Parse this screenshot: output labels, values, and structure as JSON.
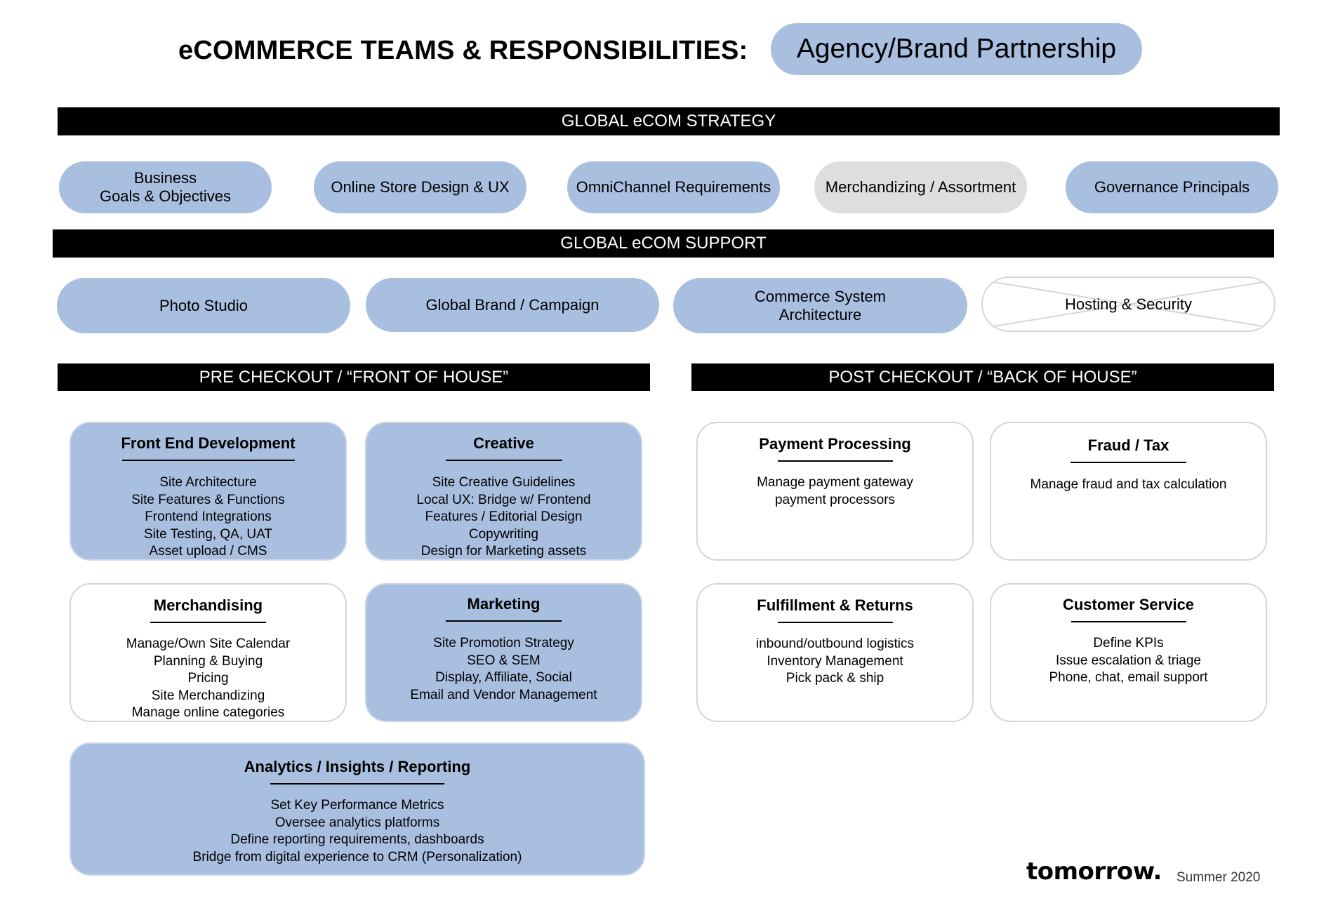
{
  "header": {
    "title": "eCOMMERCE TEAMS & RESPONSIBILITIES:",
    "pill": "Agency/Brand Partnership"
  },
  "strategy": {
    "bar": "GLOBAL eCOM STRATEGY",
    "items": [
      {
        "label": "Business\nGoals & Objectives",
        "style": "blue"
      },
      {
        "label": "Online Store Design & UX",
        "style": "blue"
      },
      {
        "label": "OmniChannel Requirements",
        "style": "blue"
      },
      {
        "label": "Merchandizing / Assortment",
        "style": "grey"
      },
      {
        "label": "Governance Principals",
        "style": "blue"
      }
    ]
  },
  "support": {
    "bar": "GLOBAL eCOM SUPPORT",
    "items": [
      {
        "label": "Photo Studio",
        "style": "blue"
      },
      {
        "label": "Global Brand / Campaign",
        "style": "blue"
      },
      {
        "label": "Commerce System\nArchitecture",
        "style": "blue"
      },
      {
        "label": "Hosting & Security",
        "style": "crossed-out"
      }
    ]
  },
  "pre_checkout": {
    "bar": "PRE CHECKOUT / “FRONT OF HOUSE”",
    "cards": [
      {
        "title": "Front End Development",
        "body": "Site Architecture\nSite Features & Functions\nFrontend Integrations\nSite Testing, QA, UAT\nAsset upload / CMS",
        "style": "blue"
      },
      {
        "title": "Creative",
        "body": "Site Creative Guidelines\nLocal UX: Bridge w/ Frontend\nFeatures / Editorial Design\nCopywriting\nDesign for Marketing assets",
        "style": "blue"
      },
      {
        "title": "Merchandising",
        "body": "Manage/Own Site Calendar\nPlanning & Buying\nPricing\nSite Merchandizing\nManage online categories",
        "style": "white"
      },
      {
        "title": "Marketing",
        "body": "Site Promotion Strategy\nSEO & SEM\nDisplay, Affiliate, Social\nEmail and Vendor Management",
        "style": "blue"
      },
      {
        "title": "Analytics / Insights / Reporting",
        "body": "Set Key Performance Metrics\nOversee analytics platforms\nDefine reporting requirements, dashboards\nBridge from digital experience to CRM (Personalization)",
        "style": "blue"
      }
    ]
  },
  "post_checkout": {
    "bar": "POST CHECKOUT / “BACK OF HOUSE”",
    "cards": [
      {
        "title": "Payment Processing",
        "body": "Manage payment gateway\npayment processors",
        "style": "white"
      },
      {
        "title": "Fraud / Tax",
        "body": "Manage fraud and tax calculation",
        "style": "white"
      },
      {
        "title": "Fulfillment & Returns",
        "body": "inbound/outbound logistics\nInventory Management\nPick pack & ship",
        "style": "white"
      },
      {
        "title": "Customer Service",
        "body": "Define KPIs\nIssue escalation & triage\nPhone, chat, email support",
        "style": "white"
      }
    ]
  },
  "footer": {
    "logo": "tomorrow.",
    "date": "Summer 2020"
  },
  "colors": {
    "pill_blue": "#a9bfdf",
    "pill_grey": "#dedede",
    "bar_black": "#000000"
  }
}
